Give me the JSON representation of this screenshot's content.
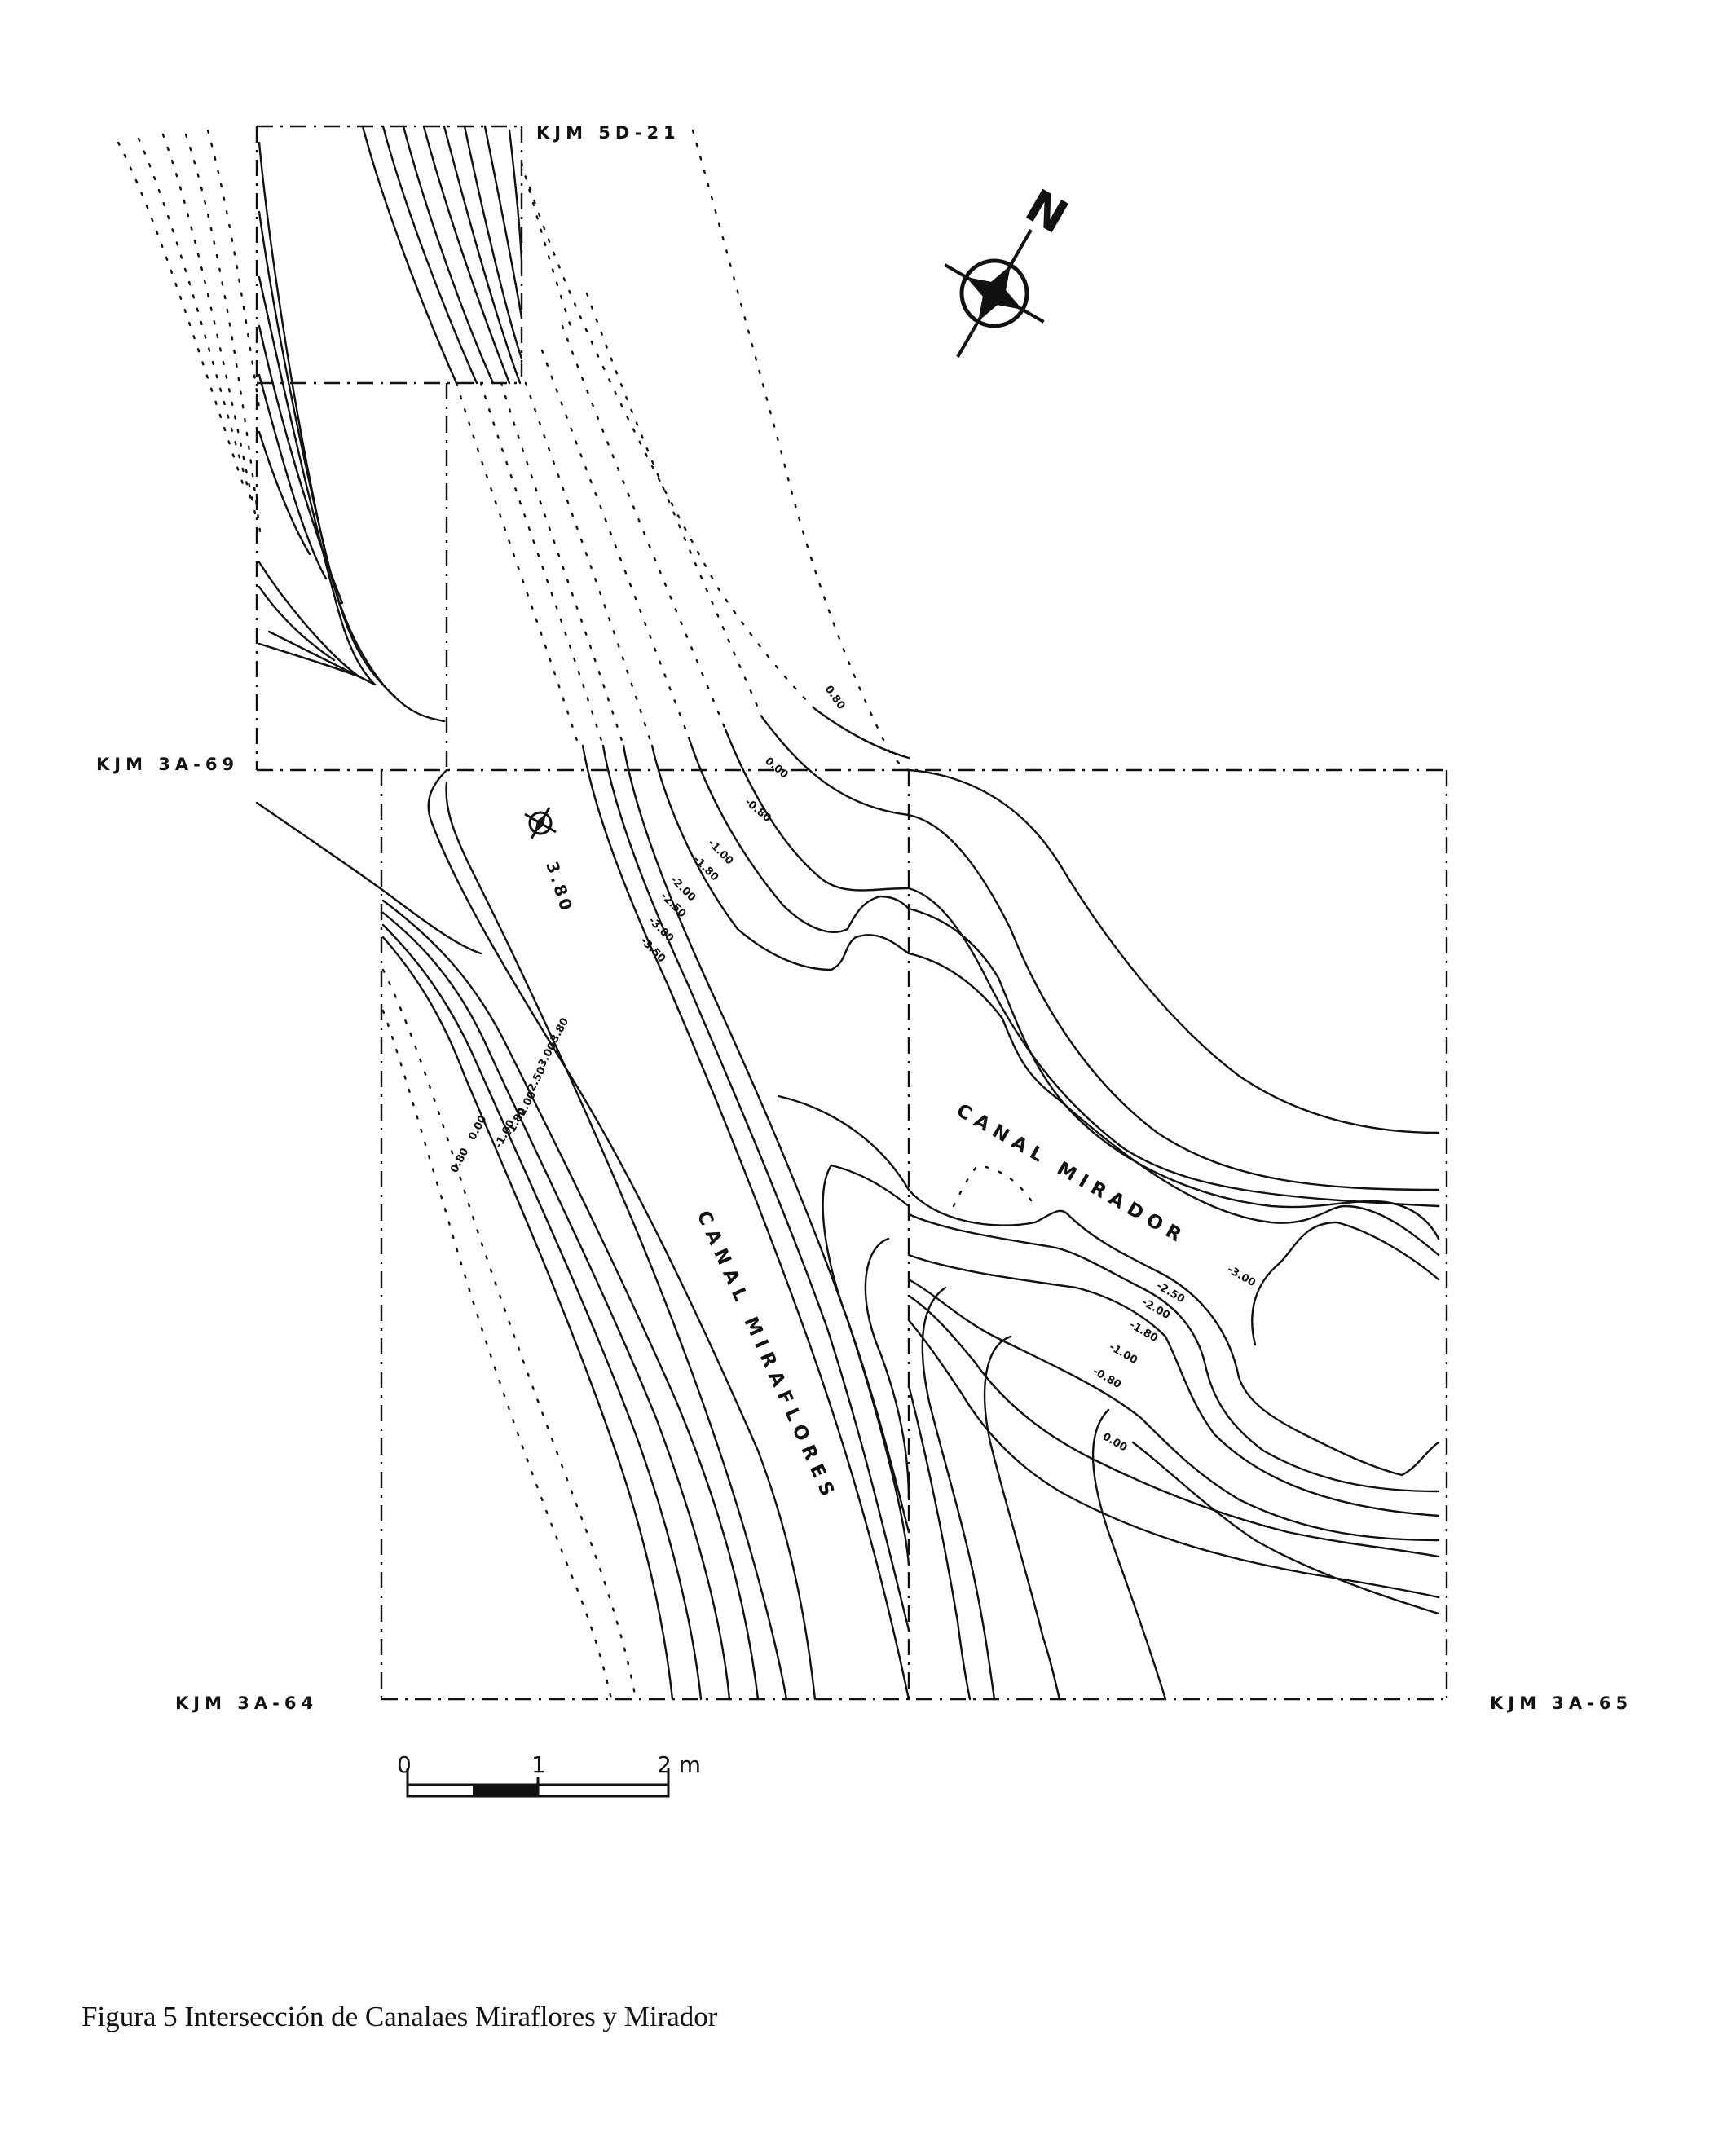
{
  "stations": {
    "top": "KJM 5D-21",
    "left": "KJM 3A-69",
    "bottom_left": "KJM 3A-64",
    "bottom_right": "KJM 3A-65"
  },
  "north_label": "N",
  "canals": {
    "miraflores": "CANAL MIRAFLORES",
    "mirador": "CANAL MIRADOR"
  },
  "spot_elevation": "3.80",
  "contours_miraflores_east": [
    "0.80",
    "0.00",
    "-0.80",
    "-1.00",
    "-1.80",
    "-2.00",
    "-2.50",
    "-3.00",
    "-3.50"
  ],
  "contours_miraflores_west": [
    "-3.80",
    "-3.00",
    "-2.50",
    "-2.00",
    "-1.80",
    "-1.00",
    "0.00",
    "0.80"
  ],
  "contours_mirador": [
    "-3.00",
    "-2.50",
    "-2.00",
    "-1.80",
    "-1.00",
    "-0.80",
    "0.00"
  ],
  "scale": {
    "tick_0": "0",
    "tick_1": "1",
    "tick_2": "2 m"
  },
  "caption": "Figura 5   Intersección de Canalaes Miraflores y Mirador"
}
